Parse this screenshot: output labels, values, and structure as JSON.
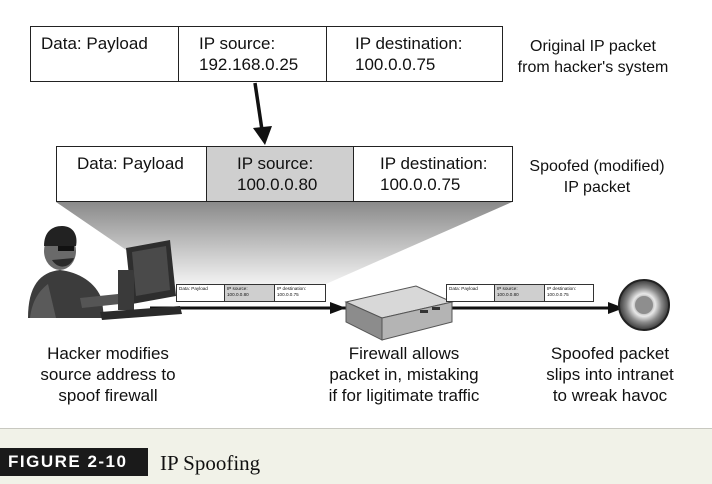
{
  "original_packet": {
    "payload": "Data: Payload",
    "src_label": "IP source:",
    "src_value": "192.168.0.25",
    "dst_label": "IP destination:",
    "dst_value": "100.0.0.75",
    "note_line1": "Original IP packet",
    "note_line2": "from hacker's system"
  },
  "spoofed_packet": {
    "payload": "Data: Payload",
    "src_label": "IP source:",
    "src_value": "100.0.0.80",
    "dst_label": "IP destination:",
    "dst_value": "100.0.0.75",
    "note_line1": "Spoofed (modified)",
    "note_line2": "IP packet"
  },
  "captions": {
    "hacker": [
      "Hacker modifies",
      "source address to",
      "spoof firewall"
    ],
    "firewall": [
      "Firewall allows",
      "packet in, mistaking",
      "if for ligitimate traffic"
    ],
    "target": [
      "Spoofed packet",
      "slips into intranet",
      "to wreak havoc"
    ]
  },
  "figure": {
    "label": "FIGURE 2-10",
    "title": "IP Spoofing"
  },
  "colors": {
    "highlight": "#cfcfcf",
    "footer_bg": "#f1f2e8"
  }
}
